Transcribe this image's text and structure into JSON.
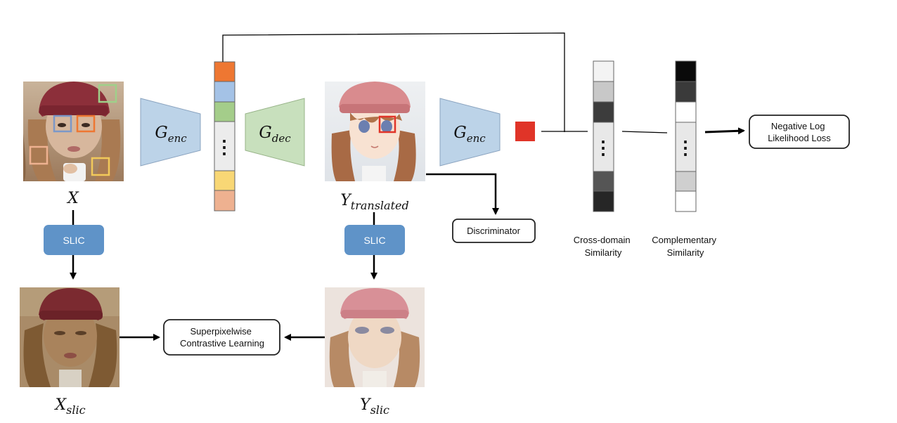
{
  "encoder_symbol": "G",
  "encoder_subscript": "enc",
  "decoder_symbol": "G",
  "decoder_subscript": "dec",
  "input_symbol": "X",
  "translated_symbol": "Y",
  "translated_subscript": "translated",
  "x_slic_symbol": "X",
  "x_slic_subscript": "slic",
  "y_slic_symbol": "Y",
  "y_slic_subscript": "slic",
  "slic_label": "SLIC",
  "discriminator_label": "Discriminator",
  "superpixel_lines": [
    "Superpixelwise",
    "Contrastive Learning"
  ],
  "nll_lines": [
    "Negative Log",
    "Likelihood Loss"
  ],
  "cross_domain_lines": [
    "Cross-domain",
    "Similarity"
  ],
  "complementary_lines": [
    "Complementary",
    "Similarity"
  ],
  "feature_ellipsis": "⋮",
  "colors": {
    "encoder_fill": "#bcd3e8",
    "decoder_fill": "#c8e0bd",
    "slic_fill": "#5f93c8",
    "query_patch": "#e03428",
    "feature_cells": [
      "#ee7732",
      "#a4c2e6",
      "#a4cd8a",
      "#ececec",
      "#f8d775",
      "#eeb190"
    ],
    "cross_domain_cells": [
      "#f3f3f3",
      "#c8c8c8",
      "#3c3c3c",
      "#e8e8e8",
      "#555555",
      "#262626"
    ],
    "complementary_cells": [
      "#0a0a0a",
      "#3a3a3a",
      "#ffffff",
      "#e8e8e8",
      "#cfcfcf",
      "#ffffff"
    ]
  }
}
